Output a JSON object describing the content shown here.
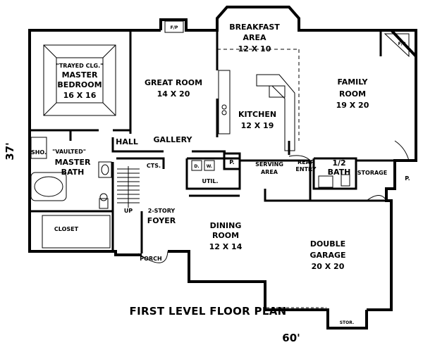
{
  "plan_title": "FIRST LEVEL FLOOR PLAN",
  "dimensions": {
    "width": "60'",
    "depth": "37'"
  },
  "rooms": {
    "breakfast": {
      "name": "BREAKFAST",
      "name2": "AREA",
      "size": "12 X 10"
    },
    "master_bedroom": {
      "ceiling": "\"TRAYED CLG.\"",
      "name": "MASTER",
      "name2": "BEDROOM",
      "size": "16 X 16"
    },
    "great_room": {
      "name": "GREAT ROOM",
      "size": "14 X 20"
    },
    "family_room": {
      "name": "FAMILY",
      "name2": "ROOM",
      "size": "19 X 20"
    },
    "kitchen": {
      "name": "KITCHEN",
      "size": "12 X 19"
    },
    "hall": {
      "name": "HALL"
    },
    "gallery": {
      "name": "GALLERY"
    },
    "master_bath": {
      "ceiling": "\"VAULTED\"",
      "name": "MASTER",
      "name2": "BATH"
    },
    "shower": {
      "name": "SHO."
    },
    "closets": {
      "name": "CLOSET",
      "short": "CTS."
    },
    "serving": {
      "name": "SERVING",
      "name2": "AREA"
    },
    "rear_entry": {
      "name": "REAR",
      "name2": "ENTRY"
    },
    "half_bath": {
      "name": "1/2",
      "name2": "BATH"
    },
    "storage": {
      "name": "STORAGE"
    },
    "utility": {
      "name": "UTIL."
    },
    "foyer": {
      "name": "2-STORY",
      "name2": "FOYER"
    },
    "dining": {
      "name": "DINING",
      "name2": "ROOM",
      "size": "12 X 14"
    },
    "garage": {
      "name": "DOUBLE",
      "name2": "GARAGE",
      "size": "20 X 20"
    },
    "porch": {
      "name": "PORCH"
    },
    "stor": {
      "name": "STOR."
    }
  },
  "markers": {
    "fireplace": "F/P",
    "pantry": "P.",
    "up": "UP",
    "dryer": "D.",
    "washer": "W."
  }
}
